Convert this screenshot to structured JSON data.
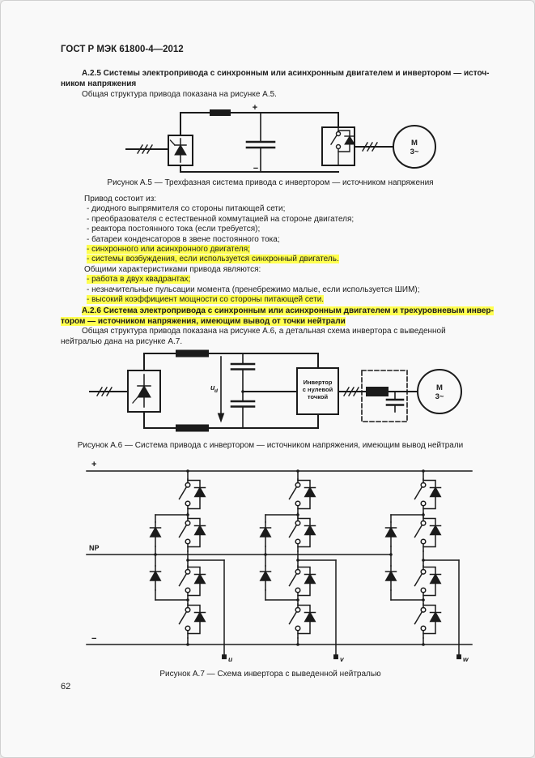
{
  "colors": {
    "highlight": "#ffff4f",
    "ink": "#1b1b1b",
    "page_bg": "#f9f9f9"
  },
  "header": {
    "title": "ГОСТ Р МЭК 61800-4—2012"
  },
  "section_a25": {
    "heading_lines": [
      "А.2.5 Системы электропривода с синхронным или асинхронным двигателем и инвертором — источ-",
      "ником напряжения"
    ],
    "intro": "Общая структура привода показана на рисунке А.5."
  },
  "figure_a5": {
    "caption": "Рисунок А.5 — Трехфазная система привода с инвертором — источником напряжения",
    "labels": {
      "plus": "+",
      "minus": "−",
      "motor_top": "M",
      "motor_bottom": "3~"
    }
  },
  "drive_list": {
    "lead": "Привод состоит из:",
    "items": [
      {
        "text": "- диодного выпрямителя со стороны питающей сети;",
        "highlight": false
      },
      {
        "text": "- преобразователя с естественной коммутацией на стороне двигателя;",
        "highlight": false
      },
      {
        "text": "- реактора постоянного тока (если требуется);",
        "highlight": false
      },
      {
        "text": "- батареи конденсаторов в звене постоянного тока;",
        "highlight": false
      },
      {
        "text": "- синхронного или асинхронного двигателя;",
        "highlight": true
      },
      {
        "text": "- системы возбуждения, если используется синхронный двигатель.",
        "highlight": true
      }
    ],
    "lead2": "Общими характеристиками привода являются:",
    "items2": [
      {
        "text": "- работа в двух квадрантах;",
        "highlight": true
      },
      {
        "text": "- незначительные пульсации момента (пренебрежимо малые, если используется ШИМ);",
        "highlight": false
      },
      {
        "text": "- высокий коэффициент мощности со стороны питающей сети.",
        "highlight": true
      }
    ]
  },
  "section_a26": {
    "heading_lines": [
      "А.2.6 Система электропривода с синхронным или асинхронным двигателем и трехуровневым инвер-",
      "тором — источником напряжения, имеющим вывод от точки нейтрали"
    ],
    "highlight": true,
    "intro": "Общая структура привода показана на рисунке А.6, а детальная схема инвертора с выведенной нейтралью дана на рисунке А.7."
  },
  "figure_a6": {
    "caption": "Рисунок А.6 — Система привода с инвертором — источником напряжения, имеющим вывод нейтрали",
    "labels": {
      "ud_base": "u",
      "ud_sub": "d",
      "inverter_line1": "Инвертор",
      "inverter_line2": "с нулевой",
      "inverter_line3": "точкой",
      "motor_top": "M",
      "motor_bottom": "3~"
    }
  },
  "figure_a7": {
    "caption": "Рисунок А.7 — Схема инвертора с выведенной нейтралью",
    "labels": {
      "plus": "+",
      "np": "NP",
      "minus": "−",
      "phase_u": "u",
      "phase_v": "v",
      "phase_w": "w"
    }
  },
  "footer": {
    "page_number": "62"
  }
}
